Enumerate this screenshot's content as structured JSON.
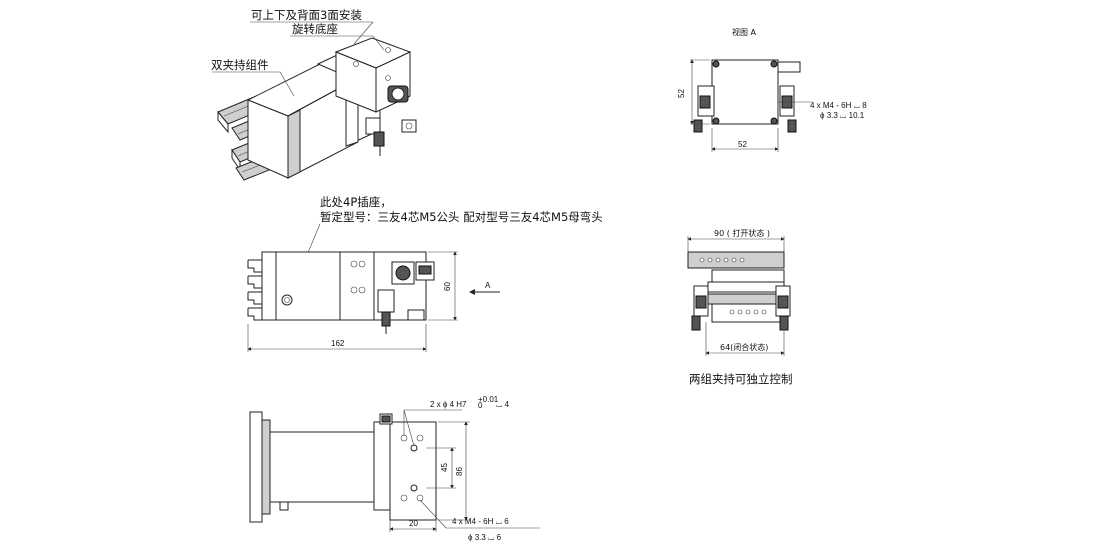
{
  "callouts": {
    "mount_three_sides": "可上下及背面3面安装",
    "rotary_base": "旋转底座",
    "dual_gripper_assembly": "双夹持组件",
    "socket_line1": "此处4P插座，",
    "socket_line2": "暂定型号：三友4芯M5公头 配对型号三友4芯M5母弯头",
    "independent_control": "两组夹持可独立控制"
  },
  "view_a": {
    "title": "视图 A",
    "dim_height": "52",
    "dim_width": "52",
    "thread_spec": "4 x  M4 - 6H ⌴ 8",
    "drill_spec": "ϕ 3.3 ⌴ 10.1"
  },
  "front_view": {
    "dim_length": "162",
    "dim_height": "60",
    "arrow_label": "A"
  },
  "side_view": {
    "dim_open": "90 ( 打开状态 )",
    "dim_closed": "64(闭合状态)"
  },
  "bottom_view": {
    "pin_spec": "2 x ϕ 4 H7",
    "pin_tolerance": "+0.01",
    "pin_tolerance_low": "0",
    "pin_depth": "⌴ 4",
    "dim_45": "45",
    "dim_86": "86",
    "dim_20": "20",
    "thread_spec": "4 x  M4 - 6H ⌴ 6",
    "drill_spec": "ϕ 3.3 ⌴ 6"
  }
}
